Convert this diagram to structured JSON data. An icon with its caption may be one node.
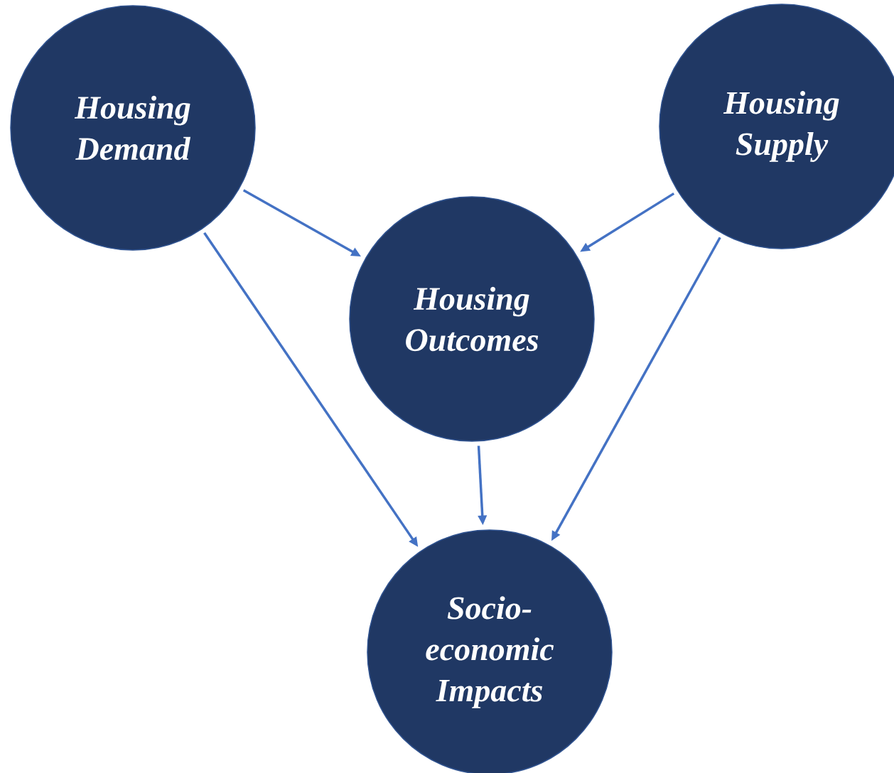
{
  "diagram": {
    "nodes": [
      {
        "text": [
          "Housing Demand"
        ]
      },
      {
        "text": [
          "Housing Supply"
        ]
      },
      {
        "text": [
          "Housing Outcomes"
        ]
      },
      {
        "text": [
          "Socio-economic Impacts"
        ]
      }
    ],
    "edges": [
      {
        "from": 0,
        "to": 2,
        "arrow": "to"
      },
      {
        "from": 1,
        "to": 2,
        "arrow": "to"
      },
      {
        "from": 2,
        "to": 3,
        "arrow": "to"
      },
      {
        "from": 0,
        "to": 3,
        "arrow": "to"
      },
      {
        "from": 1,
        "to": 3,
        "arrow": "to"
      }
    ]
  }
}
